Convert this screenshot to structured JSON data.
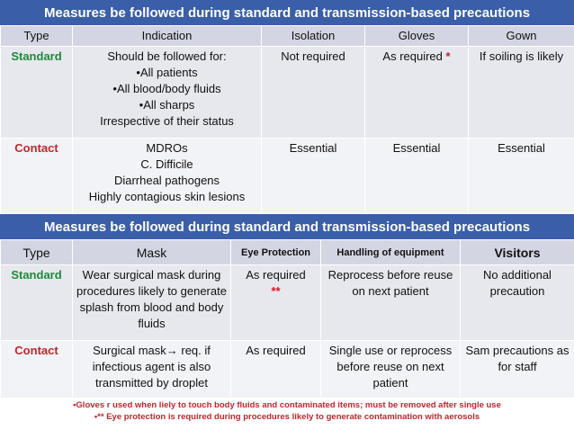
{
  "table1": {
    "title": "Measures be followed during standard and transmission-based precautions",
    "headers": [
      "Type",
      "Indication",
      "Isolation",
      "Gloves",
      "Gown"
    ],
    "rows": [
      {
        "type": "Standard",
        "indication": [
          "Should be followed for:",
          "•All patients",
          "•All blood/body fluids",
          "•All sharps",
          "Irrespective of their status"
        ],
        "isolation": "Not required",
        "gloves": "As required",
        "gloves_mark": "*",
        "gown": "If soiling is likely"
      },
      {
        "type": "Contact",
        "indication": [
          "MDROs",
          "C. Difficile",
          "Diarrheal pathogens",
          "Highly contagious skin lesions"
        ],
        "isolation": "Essential",
        "gloves": "Essential",
        "gown": "Essential"
      }
    ]
  },
  "table2": {
    "title": "Measures be followed during standard and transmission-based precautions",
    "headers": [
      "Type",
      "Mask",
      "Eye Protection",
      "Handling of equipment",
      "Visitors"
    ],
    "rows": [
      {
        "type": "Standard",
        "mask": "Wear surgical mask during procedures likely to generate splash from blood and body fluids",
        "eye": "As required",
        "eye_mark": "**",
        "handling": "Reprocess before reuse on next patient",
        "visitors": "No additional precaution"
      },
      {
        "type": "Contact",
        "mask_pre": "Surgical mask",
        "mask_arrow": "→",
        "mask_post": " req. if infectious agent is also transmitted by droplet",
        "eye": "As required",
        "handling": "Single use or reprocess before reuse on next patient",
        "visitors": "Sam precautions as for staff"
      }
    ]
  },
  "footnotes": [
    "•Gloves r used when liely to touch body fluids and contaminated items; must be removed after single use",
    "•** Eye protection is required during procedures likely to generate contamination with aerosols"
  ]
}
